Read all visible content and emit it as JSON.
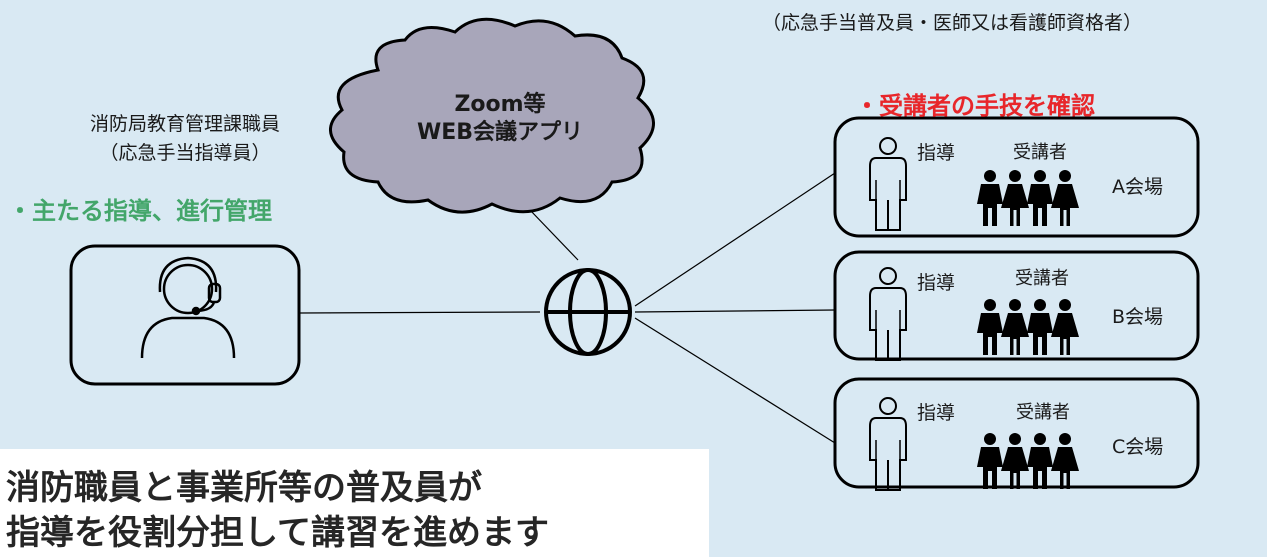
{
  "header_note": "（応急手当普及員・医師又は看護師資格者）",
  "instructor_task": "・受講者の手技を確認",
  "host": {
    "title": "消防局教育管理課職員",
    "subtitle": "（応急手当指導員）",
    "task": "・主たる指導、進行管理"
  },
  "cloud": {
    "line1": "Zoom等",
    "line2": "WEB会議アプリ"
  },
  "venues": [
    {
      "guide_label": "指導",
      "trainee_label": "受講者",
      "venue_label": "A会場"
    },
    {
      "guide_label": "指導",
      "trainee_label": "受講者",
      "venue_label": "B会場"
    },
    {
      "guide_label": "指導",
      "trainee_label": "受講者",
      "venue_label": "C会場"
    }
  ],
  "banner": {
    "line1": "消防職員と事業所等の普及員が",
    "line2": "指導を役割分担して講習を進めます"
  },
  "colors": {
    "background": "#d9e9f3",
    "red_accent": "#e8262a",
    "green_accent": "#43a66a",
    "outline": "#000000"
  },
  "icons": [
    "headset-operator-icon",
    "globe-icon",
    "instructor-person-icon",
    "trainees-group-icon",
    "cloud-shape"
  ]
}
